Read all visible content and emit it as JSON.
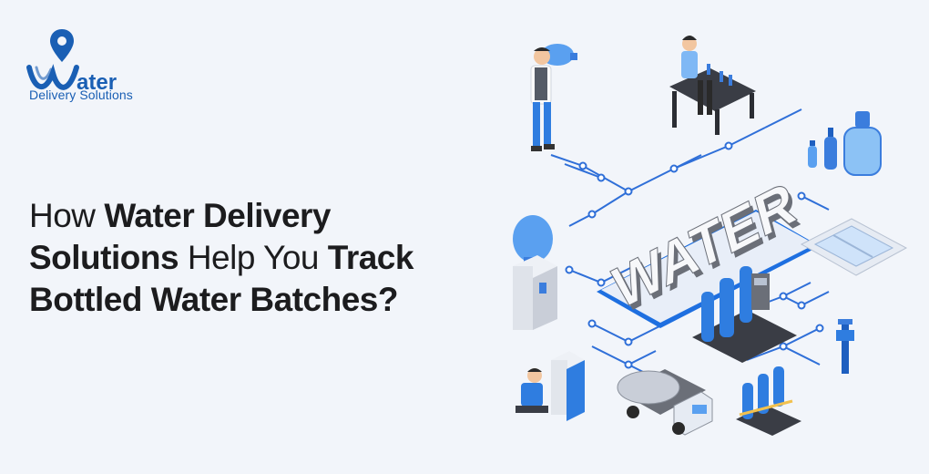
{
  "brand": {
    "word_tail": "ater",
    "subtitle": "Delivery Solutions",
    "color": "#1a5fb4",
    "icon": "location-pin-icon"
  },
  "headline": {
    "part1": "How ",
    "part2": "Water Delivery",
    "part3": "Solutions",
    "part4": " Help You ",
    "part5": "Track",
    "part6": "Bottled Water Batches?"
  },
  "illustration": {
    "word": "WATER",
    "accent": "#1e6fe0",
    "line_color": "#2f6fd8"
  }
}
